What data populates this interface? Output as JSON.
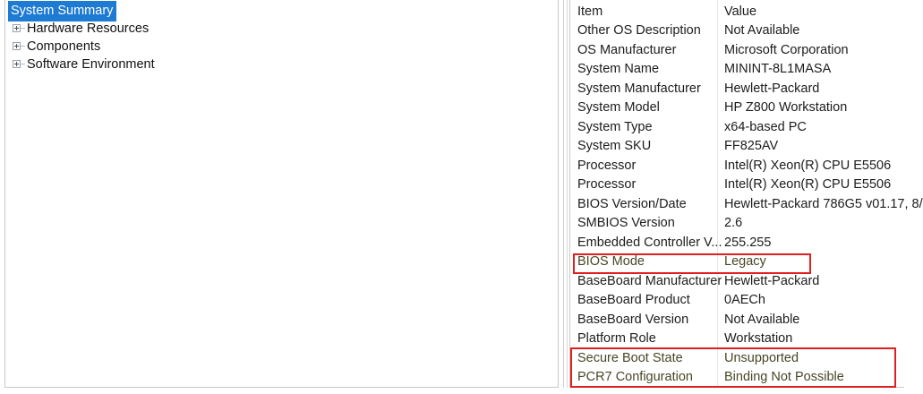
{
  "tree": {
    "selected_label": "System Summary",
    "nodes": [
      {
        "label": "System Summary",
        "expandable": false,
        "selected": true
      },
      {
        "label": "Hardware Resources",
        "expandable": true,
        "selected": false
      },
      {
        "label": "Components",
        "expandable": true,
        "selected": false
      },
      {
        "label": "Software Environment",
        "expandable": true,
        "selected": false
      }
    ],
    "expander_icon": "plus-box-icon"
  },
  "detail": {
    "columns": {
      "item": "Item",
      "value": "Value"
    },
    "rows": [
      {
        "item": "Other OS Description",
        "value": "Not Available",
        "flagged": false
      },
      {
        "item": "OS Manufacturer",
        "value": "Microsoft Corporation",
        "flagged": false
      },
      {
        "item": "System Name",
        "value": "MININT-8L1MASA",
        "flagged": false
      },
      {
        "item": "System Manufacturer",
        "value": "Hewlett-Packard",
        "flagged": false
      },
      {
        "item": "System Model",
        "value": "HP Z800 Workstation",
        "flagged": false
      },
      {
        "item": "System Type",
        "value": "x64-based PC",
        "flagged": false
      },
      {
        "item": "System SKU",
        "value": "FF825AV",
        "flagged": false
      },
      {
        "item": "Processor",
        "value": "Intel(R) Xeon(R) CPU            E5506",
        "flagged": false
      },
      {
        "item": "Processor",
        "value": "Intel(R) Xeon(R) CPU            E5506",
        "flagged": false
      },
      {
        "item": "BIOS Version/Date",
        "value": "Hewlett-Packard 786G5 v01.17, 8/",
        "flagged": false
      },
      {
        "item": "SMBIOS Version",
        "value": "2.6",
        "flagged": false
      },
      {
        "item": "Embedded Controller V...",
        "value": "255.255",
        "flagged": false
      },
      {
        "item": "BIOS Mode",
        "value": "Legacy",
        "flagged": true
      },
      {
        "item": "BaseBoard Manufacturer",
        "value": "Hewlett-Packard",
        "flagged": false
      },
      {
        "item": "BaseBoard Product",
        "value": "0AECh",
        "flagged": false
      },
      {
        "item": "BaseBoard Version",
        "value": "Not Available",
        "flagged": false
      },
      {
        "item": "Platform Role",
        "value": "Workstation",
        "flagged": false
      },
      {
        "item": "Secure Boot State",
        "value": "Unsupported",
        "flagged": true
      },
      {
        "item": "PCR7 Configuration",
        "value": "Binding Not Possible",
        "flagged": true
      }
    ]
  },
  "annotations": {
    "color": "#e02020",
    "boxes": [
      {
        "name": "bios-mode-highlight",
        "targets": [
          "BIOS Mode"
        ]
      },
      {
        "name": "secure-boot-highlight",
        "targets": [
          "Secure Boot State",
          "PCR7 Configuration"
        ]
      }
    ]
  },
  "colors": {
    "selection": "#1e7bd4",
    "selection_text": "#ffffff",
    "text": "#1c1c1c",
    "flagged_text": "#4a4526",
    "panel_border": "#c8c8c8",
    "background": "#ffffff"
  }
}
